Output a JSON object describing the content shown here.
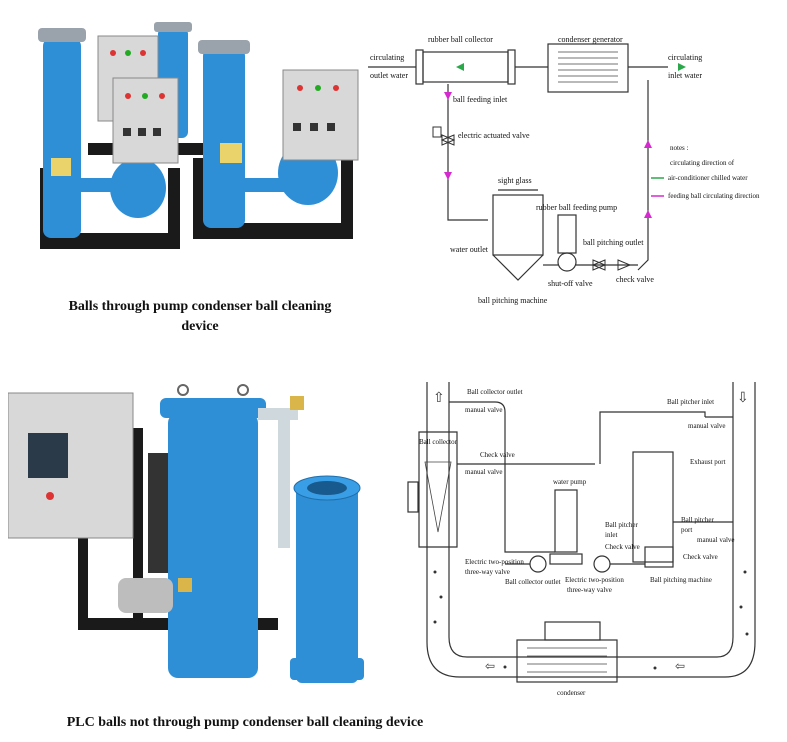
{
  "top": {
    "caption_line1": "Balls through pump condenser ball cleaning",
    "caption_line2": "device",
    "diagram": {
      "rubber_ball_collector": "rubber ball collector",
      "condenser_generator": "condenser generator",
      "circulating_outlet_1": "circulating",
      "circulating_outlet_2": "outlet water",
      "circulating_inlet_1": "circulating",
      "circulating_inlet_2": "inlet water",
      "ball_feeding_inlet": "ball feeding inlet",
      "electric_actuated_valve": "electric actuated valve",
      "notes_title": "notes :",
      "notes_line1": "circulating direction of",
      "notes_line2": "air-conditioner chilled water",
      "notes_line3": "feeding ball circulating direction",
      "sight_glass": "sight glass",
      "rubber_ball_feeding_pump": "rubber ball feeding pump",
      "ball_pitching_outlet": "ball pitching outlet",
      "water_outlet": "water outlet",
      "shut_off_valve": "shut-off valve",
      "check_valve": "check valve",
      "ball_pitching_machine": "ball pitching machine"
    }
  },
  "bottom": {
    "caption": "PLC balls not through pump condenser ball cleaning device",
    "diagram": {
      "ball_collector_outlet": "Ball collector outlet",
      "manual_valve_1": "manual valve",
      "ball_collector": "Ball collector",
      "check_valve_1": "Check valve",
      "manual_valve_2": "manual valve",
      "ball_pitcher_inlet_top": "Ball pitcher inlet",
      "manual_valve_3": "manual valve",
      "exhaust_port": "Exhaust port",
      "water_pump": "water pump",
      "ball_pitcher_port_1": "Ball pitcher",
      "ball_pitcher_port_2": "port",
      "ball_pitcher_inlet_1": "Ball pitcher",
      "ball_pitcher_inlet_2": "inlet",
      "manual_valve_4": "manual valve",
      "check_valve_2": "Check valve",
      "check_valve_3": "Check valve",
      "ball_pitching_machine": "Ball pitching machine",
      "electric_two_position_1a": "Electric two-position",
      "electric_two_position_1b": "three-way valve",
      "electric_two_position_2a": "Electric two-position",
      "electric_two_position_2b": "three-way valve",
      "ball_collector_outlet_2": "Ball collector outlet",
      "condenser": "condenser"
    }
  },
  "colors": {
    "equipment_blue": "#2f8fd6",
    "panel_grey": "#d8d8d8",
    "frame_black": "#1a1a1a",
    "arrow_green": "#2aa84a",
    "arrow_magenta": "#d62ad0"
  }
}
